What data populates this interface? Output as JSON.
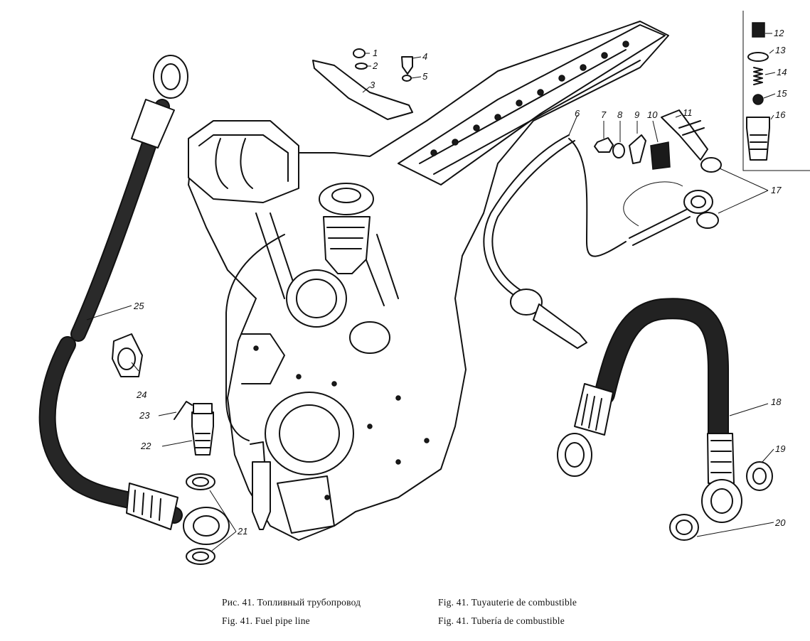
{
  "captions": {
    "ru": "Рис. 41. Топливный трубопровод",
    "en": "Fig. 41. Fuel pipe line",
    "fr": "Fig. 41. Tuyauterie de combustible",
    "es": "Fig. 41. Tubería de combustible"
  },
  "callouts": {
    "c1": "1",
    "c2": "2",
    "c3": "3",
    "c4": "4",
    "c5": "5",
    "c6": "6",
    "c7": "7",
    "c8": "8",
    "c9": "9",
    "c10": "10",
    "c11": "11",
    "c12": "12",
    "c13": "13",
    "c14": "14",
    "c15": "15",
    "c16": "16",
    "c17": "17",
    "c18": "18",
    "c19": "19",
    "c20": "20",
    "c21": "21",
    "c22": "22",
    "c23": "23",
    "c24": "24",
    "c25": "25"
  }
}
